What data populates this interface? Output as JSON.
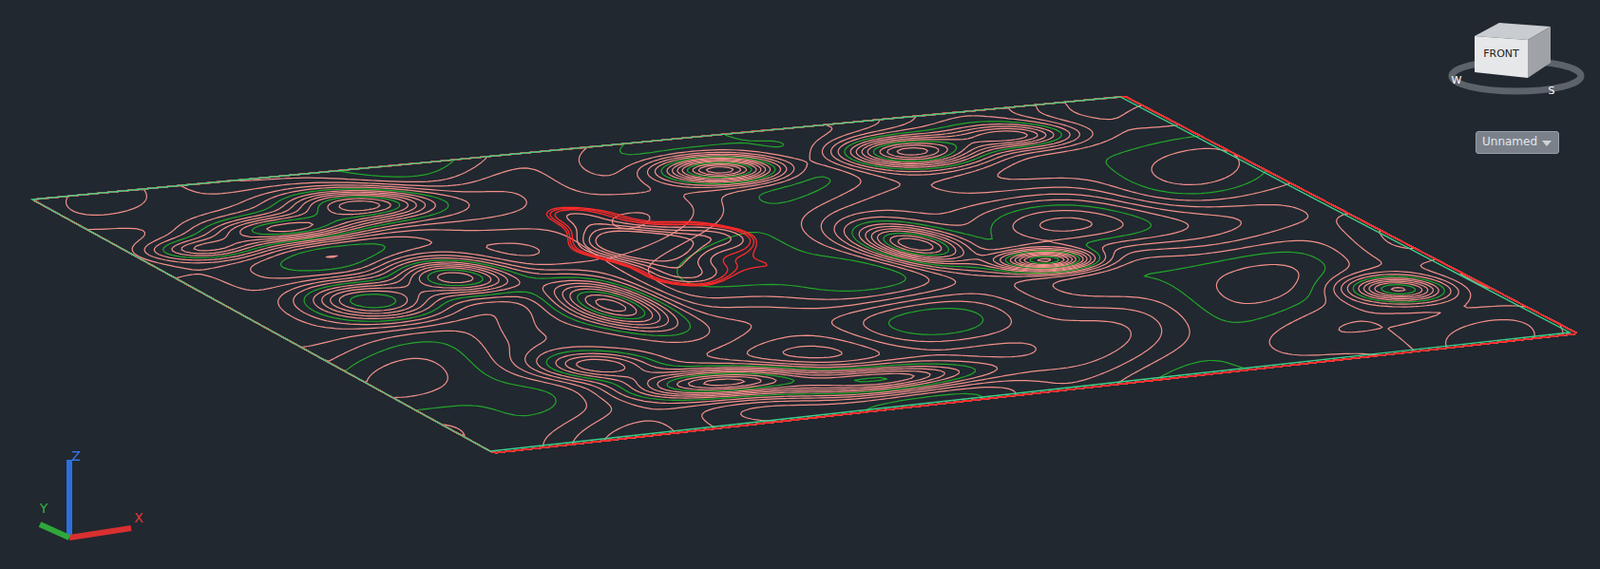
{
  "diagram": {
    "nodes": [
      {
        "text": [
          "Unnamed"
        ]
      }
    ],
    "labels": [
      "FRONT",
      "W",
      "S",
      "Z",
      "Y",
      "X"
    ]
  }
}
